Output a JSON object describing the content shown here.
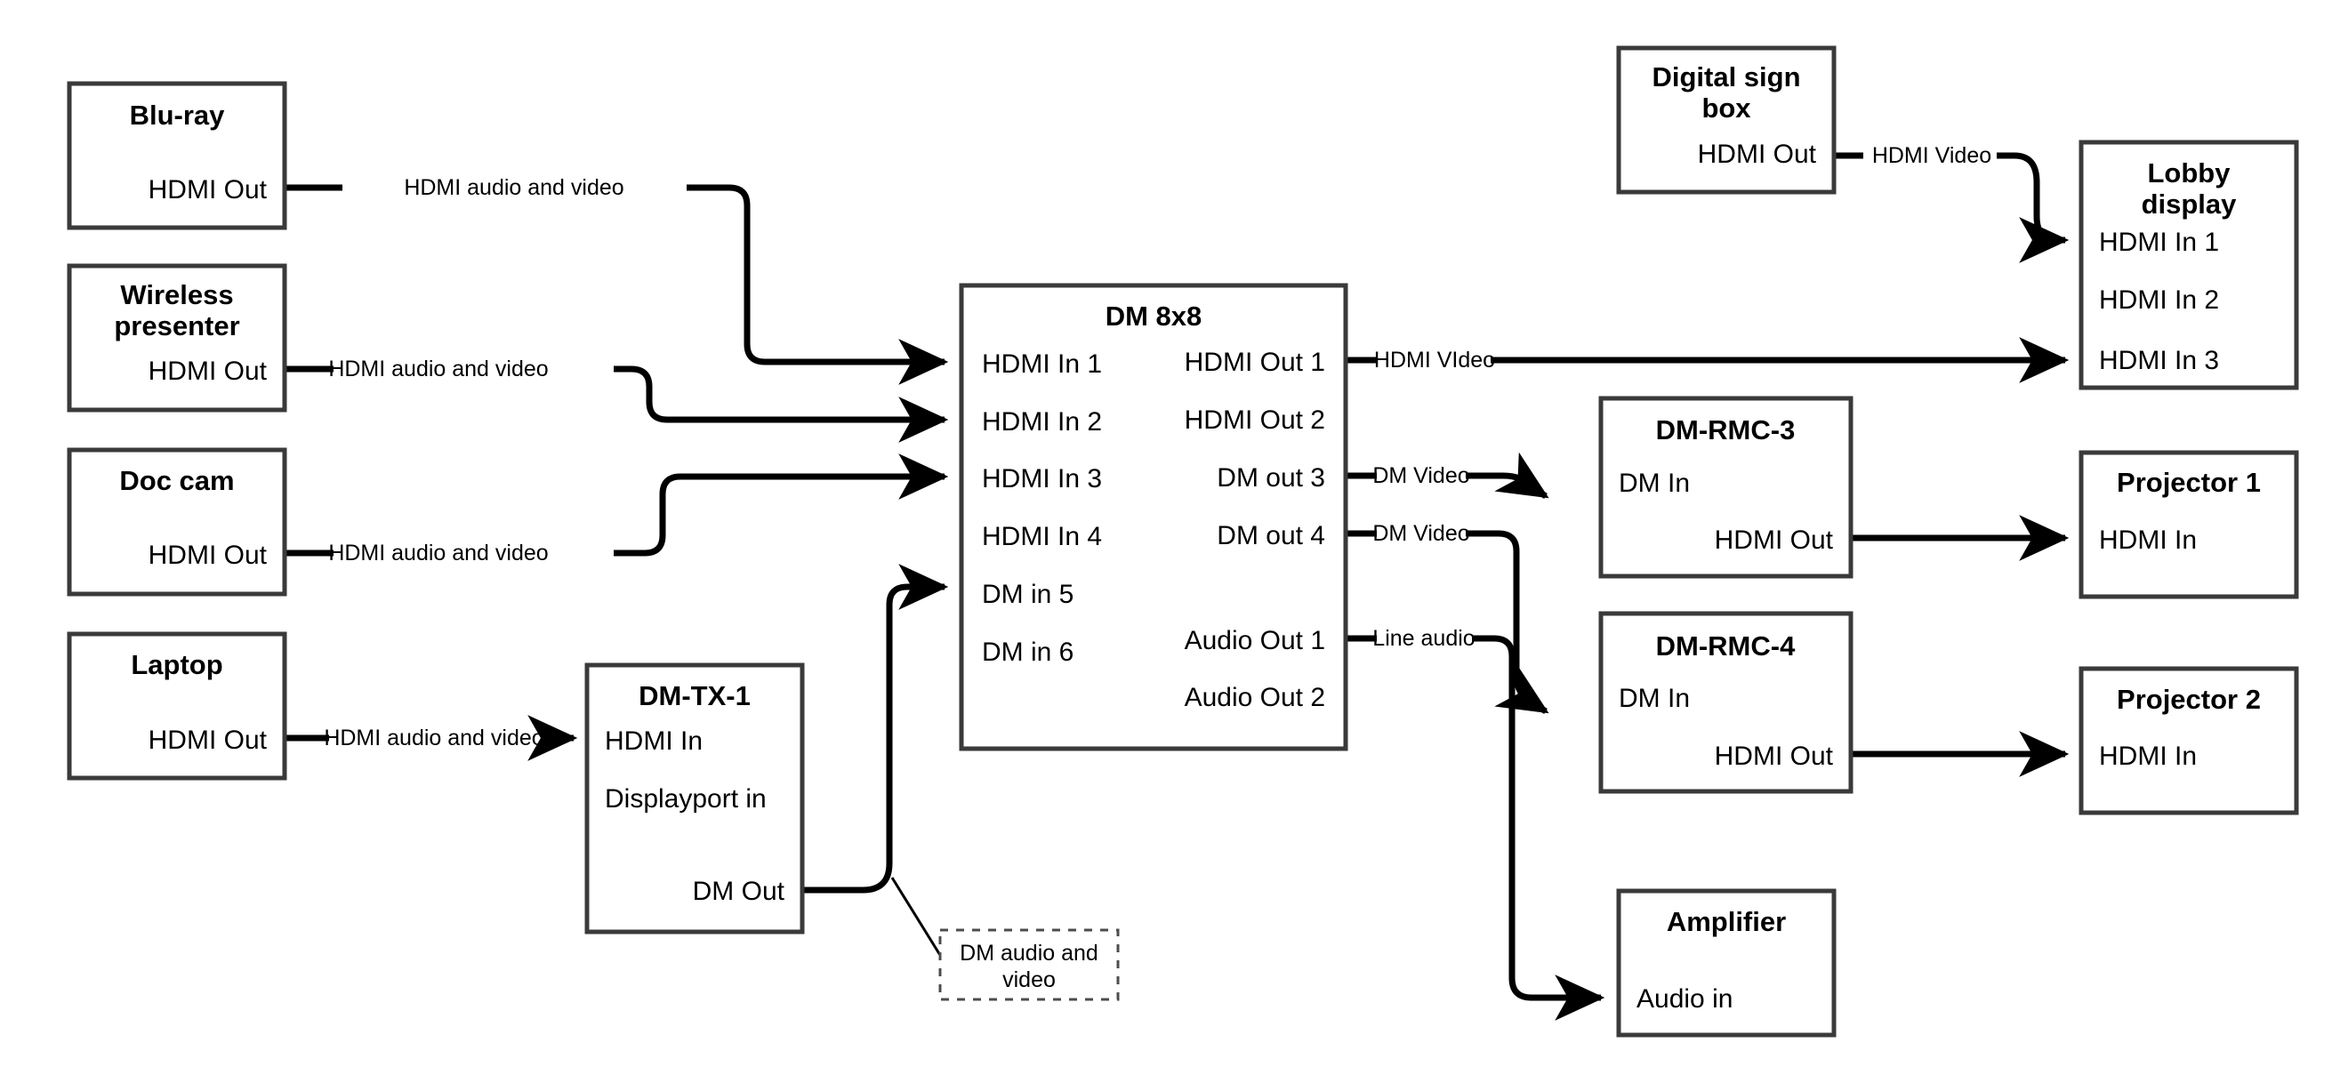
{
  "diagram": {
    "title": "AV signal flow diagram",
    "stroke_color": "#3a3a3a",
    "wire_color": "#000000",
    "background": "#ffffff"
  },
  "nodes": {
    "bluray": {
      "title": "Blu-ray",
      "ports": [
        "HDMI Out"
      ]
    },
    "wireless": {
      "title_line1": "Wireless",
      "title_line2": "presenter",
      "ports": [
        "HDMI Out"
      ]
    },
    "doccam": {
      "title": "Doc cam",
      "ports": [
        "HDMI Out"
      ]
    },
    "laptop": {
      "title": "Laptop",
      "ports": [
        "HDMI Out"
      ]
    },
    "dmtx1": {
      "title": "DM-TX-1",
      "in1": "HDMI In",
      "in2": "Displayport in",
      "out1": "DM Out"
    },
    "dm8x8": {
      "title": "DM 8x8",
      "inputs": [
        "HDMI In 1",
        "HDMI In 2",
        "HDMI In 3",
        "HDMI In 4",
        "DM in 5",
        "DM in 6"
      ],
      "outputs": [
        "HDMI Out 1",
        "HDMI Out 2",
        "DM out 3",
        "DM out 4",
        "Audio Out 1",
        "Audio Out 2"
      ]
    },
    "digitalsign": {
      "title_line1": "Digital sign",
      "title_line2": "box",
      "ports": [
        "HDMI Out"
      ]
    },
    "lobby": {
      "title_line1": "Lobby",
      "title_line2": "display",
      "ports": [
        "HDMI In 1",
        "HDMI In 2",
        "HDMI In 3"
      ]
    },
    "dmrmc3": {
      "title": "DM-RMC-3",
      "in1": "DM In",
      "out1": "HDMI Out"
    },
    "dmrmc4": {
      "title": "DM-RMC-4",
      "in1": "DM In",
      "out1": "HDMI Out"
    },
    "projector1": {
      "title": "Projector 1",
      "ports": [
        "HDMI In"
      ]
    },
    "projector2": {
      "title": "Projector 2",
      "ports": [
        "HDMI In"
      ]
    },
    "amplifier": {
      "title": "Amplifier",
      "ports": [
        "Audio in"
      ]
    }
  },
  "edges": {
    "bluray_to_in1": {
      "label": "HDMI audio and video"
    },
    "wireless_to_in2": {
      "label": "HDMI audio and video"
    },
    "doccam_to_in3": {
      "label": "HDMI audio and video"
    },
    "laptop_to_dmtx1": {
      "label": "HDMI audio and video"
    },
    "digitalsign_to_lobby": {
      "label": "HDMI Video"
    },
    "hdmiout1_to_lobby3": {
      "label": "HDMI VIdeo"
    },
    "dmout3_to_rmc3": {
      "label": "DM Video"
    },
    "dmout4_to_rmc4": {
      "label": "DM Video"
    },
    "audioout1_to_amp": {
      "label": "Line audio"
    }
  },
  "notes": {
    "dm_audio_video": {
      "line1": "DM audio and",
      "line2": "video"
    }
  }
}
